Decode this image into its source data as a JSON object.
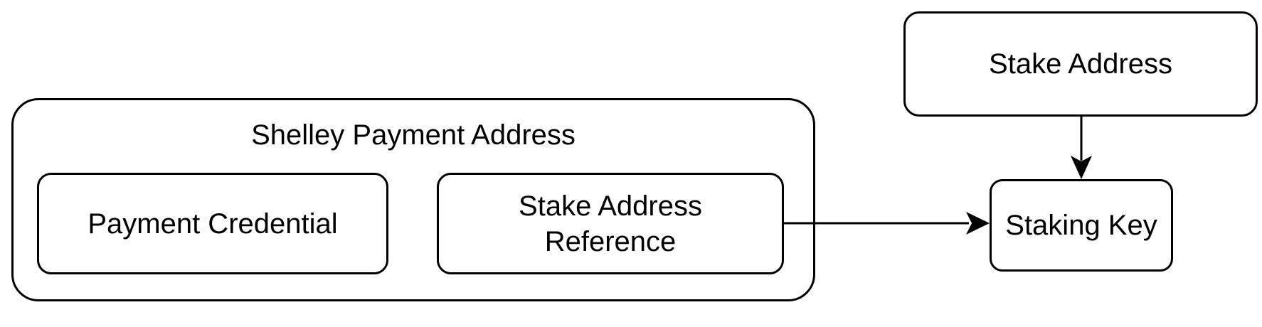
{
  "diagram": {
    "outer_box": {
      "title": "Shelley Payment Address"
    },
    "inner_boxes": [
      {
        "label": "Payment Credential"
      },
      {
        "label": "Stake Address\nReference"
      }
    ],
    "right_boxes": {
      "stake_address": "Stake Address",
      "staking_key": "Staking Key"
    }
  }
}
